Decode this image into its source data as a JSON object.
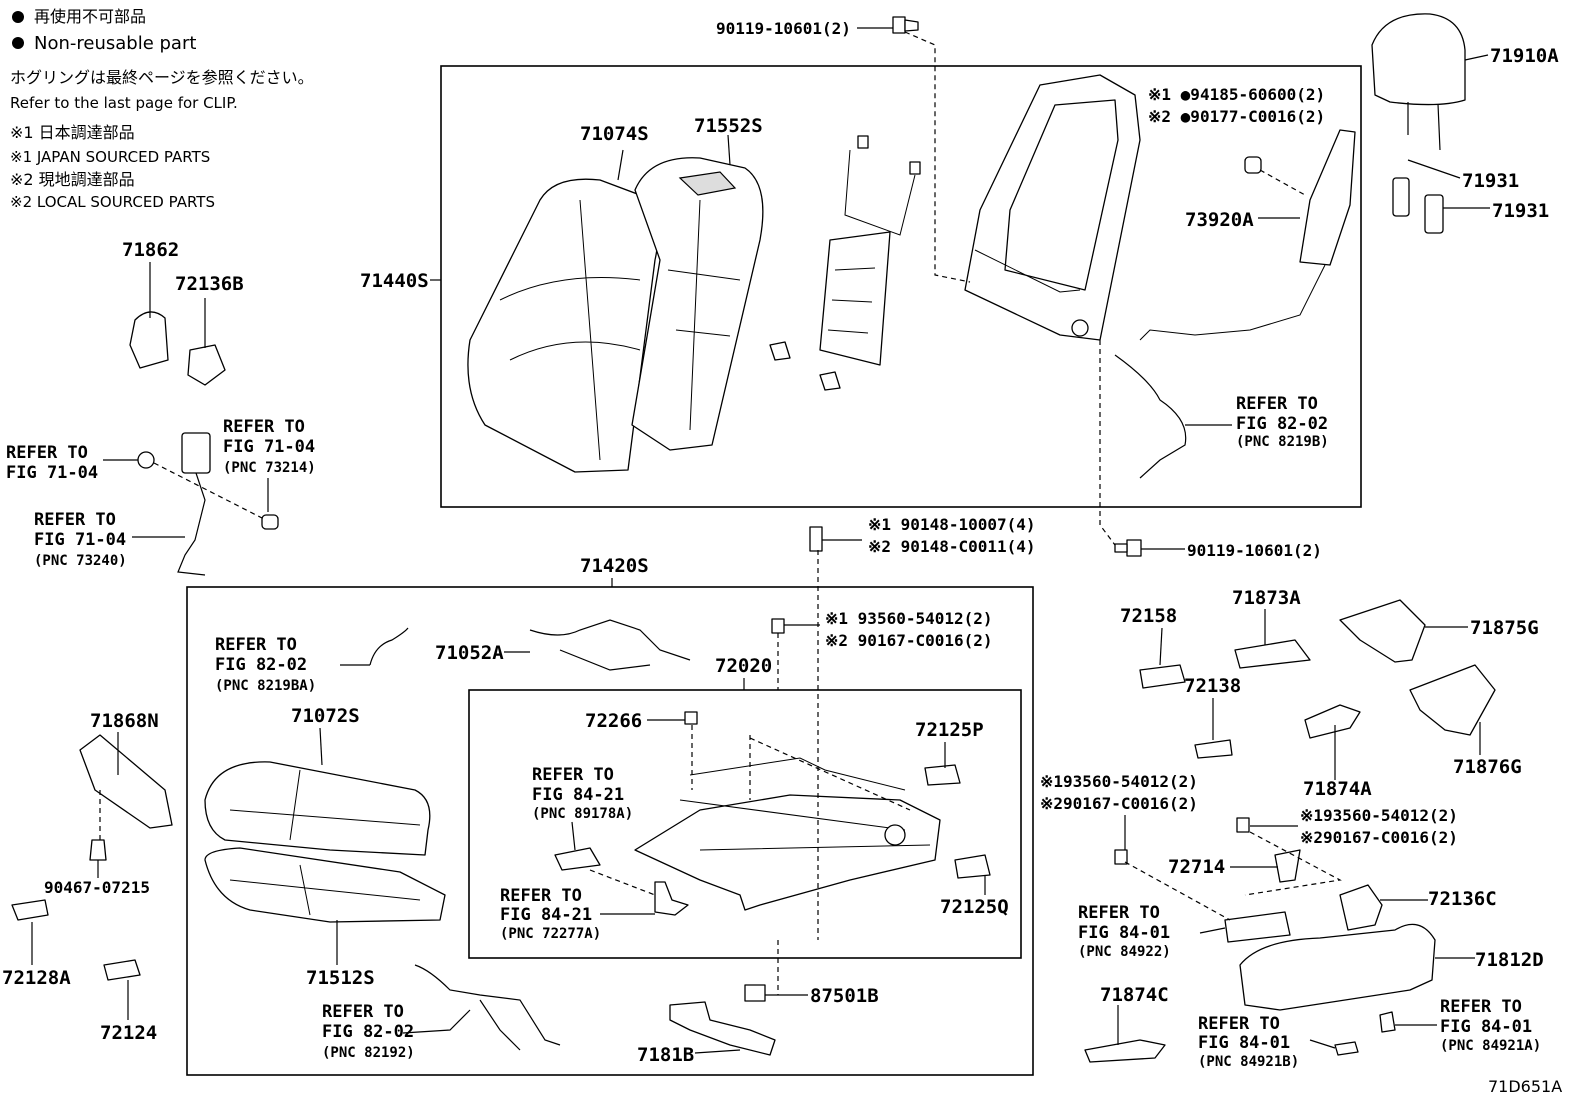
{
  "legend": {
    "dot_ja": "再使用不可部品",
    "dot_en": "Non-reusable part",
    "clip_ja": "ホグリングは最終ページを参照ください。",
    "clip_en": "Refer to the last page for CLIP.",
    "note1_ja": "※1 日本調達部品",
    "note1_en": "※1 JAPAN SOURCED PARTS",
    "note2_ja": "※2 現地調達部品",
    "note2_en": "※2 LOCAL SOURCED PARTS"
  },
  "parts": {
    "p90119_top": "90119-10601(2)",
    "p71910A": "71910A",
    "p94185": "※1 ●94185-60600(2)",
    "p90177": "※2 ●90177-C0016(2)",
    "p71931a": "71931",
    "p71931b": "71931",
    "p73920A": "73920A",
    "p71074S": "71074S",
    "p71552S": "71552S",
    "p71440S": "71440S",
    "p71862": "71862",
    "p72136B": "72136B",
    "p90148a": "※1 90148-10007(4)",
    "p90148b": "※2 90148-C0011(4)",
    "p90119_mid": "90119-10601(2)",
    "p71420S": "71420S",
    "p93560_mid": "※1 93560-54012(2)",
    "p90167_mid": "※2 90167-C0016(2)",
    "p71052A": "71052A",
    "p72020": "72020",
    "p72158": "72158",
    "p71873A": "71873A",
    "p71875G": "71875G",
    "p72138": "72138",
    "p71876G": "71876G",
    "p71874A": "71874A",
    "p71868N": "71868N",
    "p71072S": "71072S",
    "p72266": "72266",
    "p72125P": "72125P",
    "p93560_r": "※193560-54012(2)",
    "p90167_r": "※290167-C0016(2)",
    "p93560_r2": "※193560-54012(2)",
    "p90167_r2": "※290167-C0016(2)",
    "p72714": "72714",
    "p72136C": "72136C",
    "p90467": "90467-07215",
    "p72125Q": "72125Q",
    "p71812D": "71812D",
    "p72128A": "72128A",
    "p71512S": "71512S",
    "p87501B": "87501B",
    "p71874C": "71874C",
    "p72124": "72124",
    "p7181B": "7181B",
    "diagram_id": "71D651A"
  },
  "refs": {
    "r1": [
      "REFER TO",
      "FIG 82-02",
      "(PNC 8219B)"
    ],
    "r2": [
      "REFER TO",
      "FIG 71-04",
      "(PNC 73214)"
    ],
    "r3": [
      "REFER TO",
      "FIG 71-04"
    ],
    "r4": [
      "REFER TO",
      "FIG 71-04",
      "(PNC 73240)"
    ],
    "r5": [
      "REFER TO",
      "FIG 82-02",
      "(PNC 8219BA)"
    ],
    "r6": [
      "REFER TO",
      "FIG 84-21",
      "(PNC 89178A)"
    ],
    "r7": [
      "REFER TO",
      "FIG 84-21",
      "(PNC 72277A)"
    ],
    "r8": [
      "REFER TO",
      "FIG 84-01",
      "(PNC 84922)"
    ],
    "r9": [
      "REFER TO",
      "FIG 82-02",
      "(PNC 82192)"
    ],
    "r10": [
      "REFER TO",
      "FIG 84-01",
      "(PNC 84921B)"
    ],
    "r11": [
      "REFER TO",
      "FIG 84-01",
      "(PNC 84921A)"
    ]
  }
}
